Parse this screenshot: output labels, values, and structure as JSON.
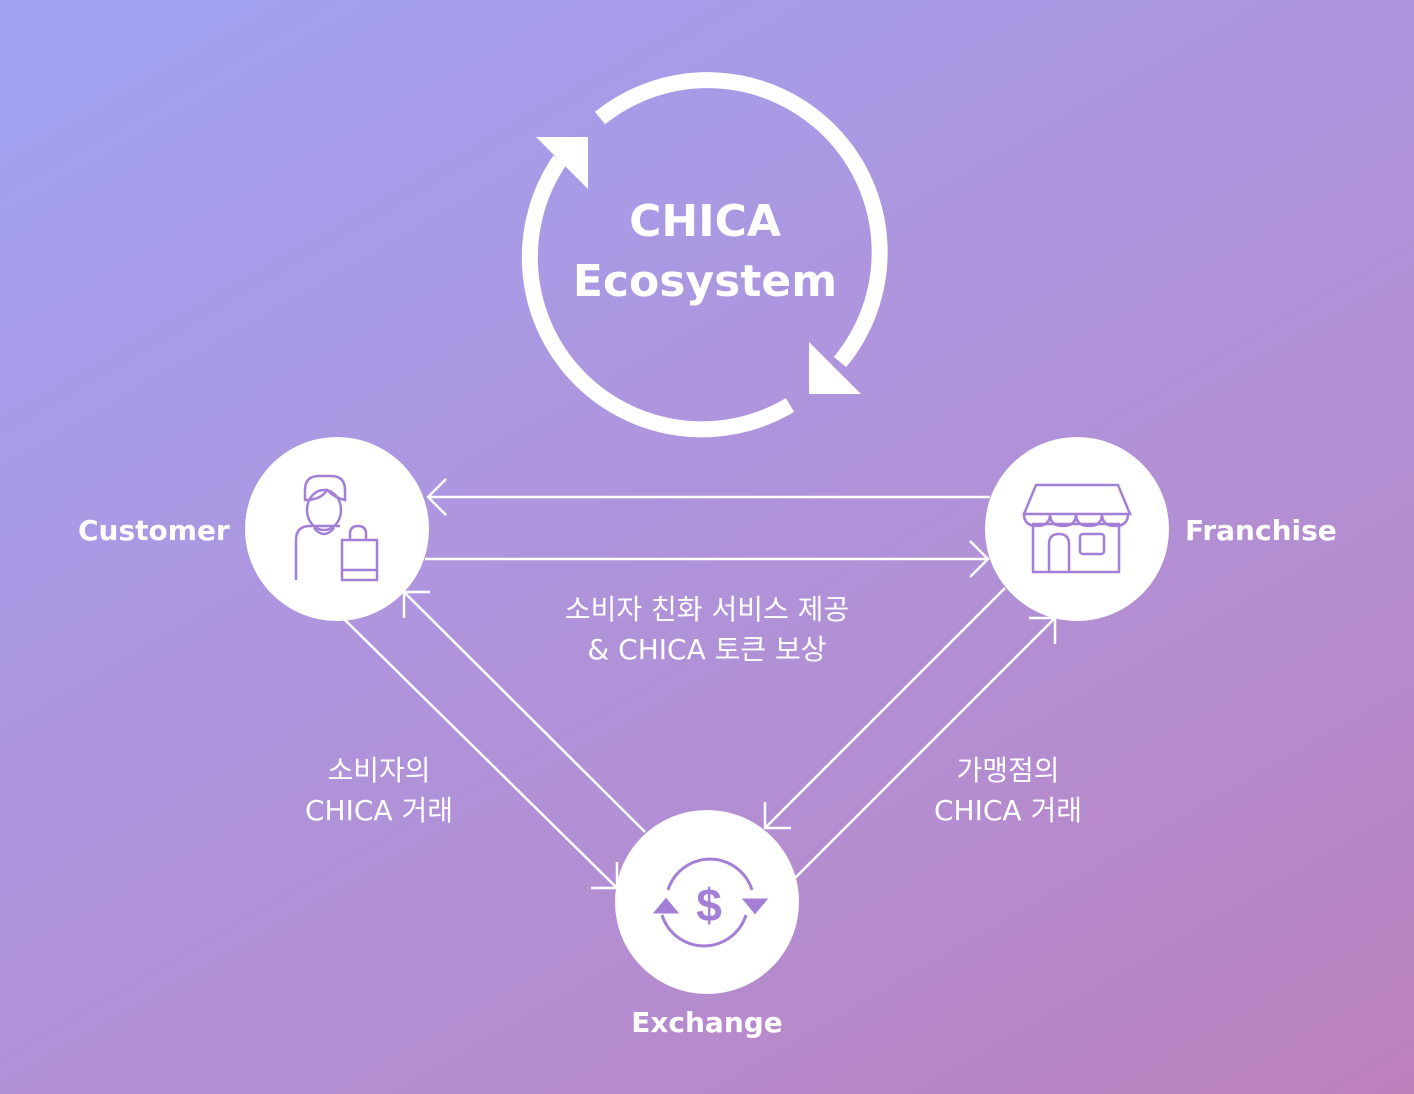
{
  "title": {
    "line1": "CHICA",
    "line2": "Ecosystem"
  },
  "nodes": {
    "customer": "Customer",
    "franchise": "Franchise",
    "exchange": "Exchange"
  },
  "labels": {
    "service": {
      "line1": "소비자 친화 서비스 제공",
      "line2": "& CHICA 토큰 보상"
    },
    "customer_trade": {
      "line1": "소비자의",
      "line2": "CHICA 거래"
    },
    "franchise_trade": {
      "line1": "가맹점의",
      "line2": "CHICA 거래"
    }
  },
  "colors": {
    "icon": "#a47fd6",
    "line": "#ffffff"
  }
}
